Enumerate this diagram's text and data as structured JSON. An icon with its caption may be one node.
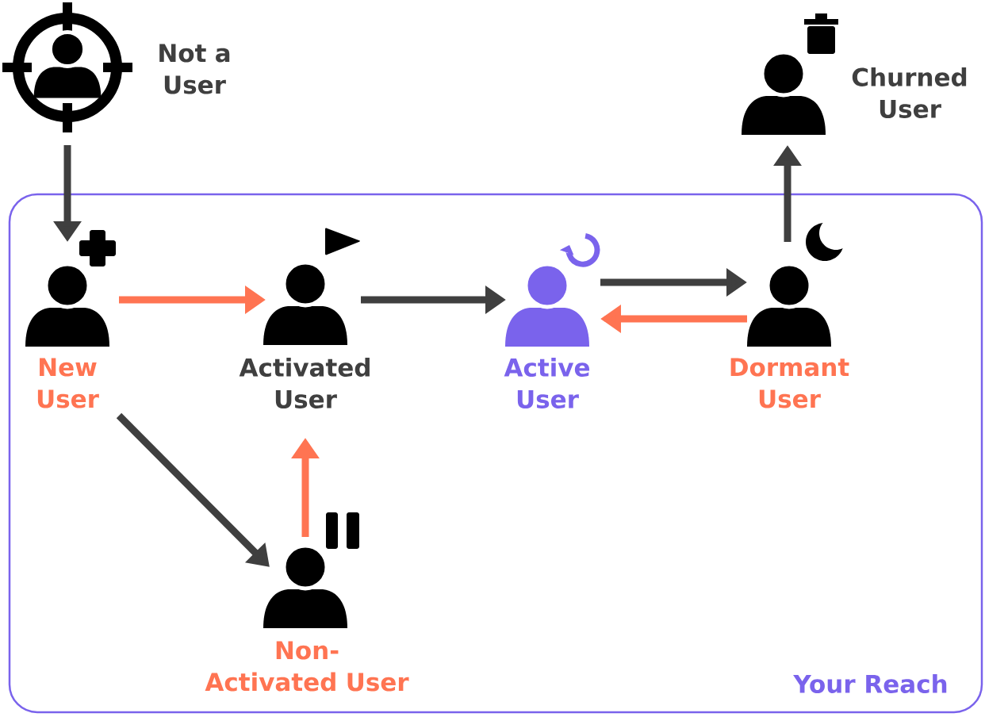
{
  "diagram": {
    "nodes": [
      {
        "text": [
          "Not a User"
        ]
      },
      {
        "text": [
          "Churned User"
        ]
      },
      {
        "text": [
          "Your Reach"
        ]
      },
      {
        "text": [
          "New User"
        ],
        "in": 2
      },
      {
        "text": [
          "Activated User"
        ],
        "in": 2
      },
      {
        "text": [
          "Active User"
        ],
        "in": 2
      },
      {
        "text": [
          "Dormant User"
        ],
        "in": 2
      },
      {
        "text": [
          "Non-Activated User"
        ],
        "in": 2
      }
    ],
    "edges": [
      {
        "from": 0,
        "to": 3,
        "arrow": "to"
      },
      {
        "from": 3,
        "to": 4,
        "arrow": "to",
        "color": "#ff7452"
      },
      {
        "from": 4,
        "to": 5,
        "arrow": "to"
      },
      {
        "from": 5,
        "to": 6,
        "arrow": "to"
      },
      {
        "from": 6,
        "to": 5,
        "arrow": "to",
        "color": "#ff7452"
      },
      {
        "from": 6,
        "to": 1,
        "arrow": "to"
      },
      {
        "from": 3,
        "to": 7,
        "arrow": "to"
      },
      {
        "from": 7,
        "to": 4,
        "arrow": "to",
        "color": "#ff7452"
      }
    ]
  }
}
